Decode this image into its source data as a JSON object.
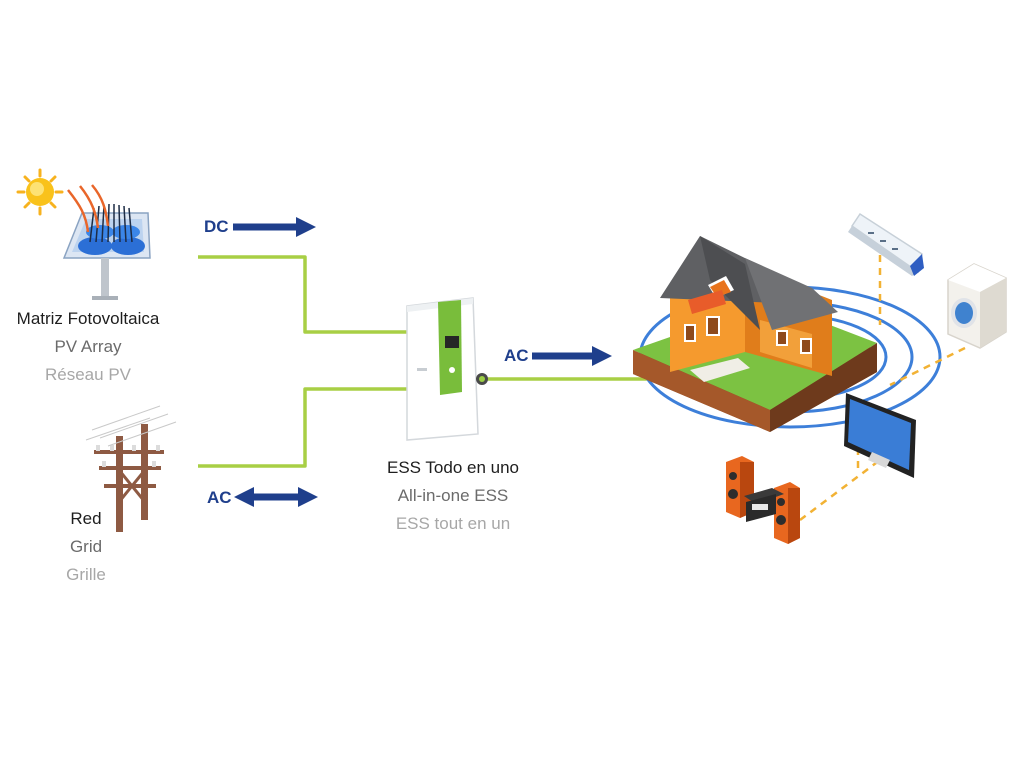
{
  "pv": {
    "line1": "Matriz Fotovoltaica",
    "line2": "PV Array",
    "line3": "Réseau PV"
  },
  "grid": {
    "line1": "Red",
    "line2": "Grid",
    "line3": "Grille"
  },
  "ess": {
    "line1": "ESS Todo en uno",
    "line2": "All-in-one ESS",
    "line3": "ESS tout en un"
  },
  "flows": {
    "dc": "DC",
    "ac_out": "AC",
    "ac_grid": "AC"
  },
  "colors": {
    "wire": "#a8cf45",
    "arrow": "#1f3f8c",
    "rings": "#3d7fd9",
    "dashed": "#f2b234",
    "house_wall": "#f59a2e",
    "roof": "#5f6063",
    "grass": "#7cc242"
  }
}
